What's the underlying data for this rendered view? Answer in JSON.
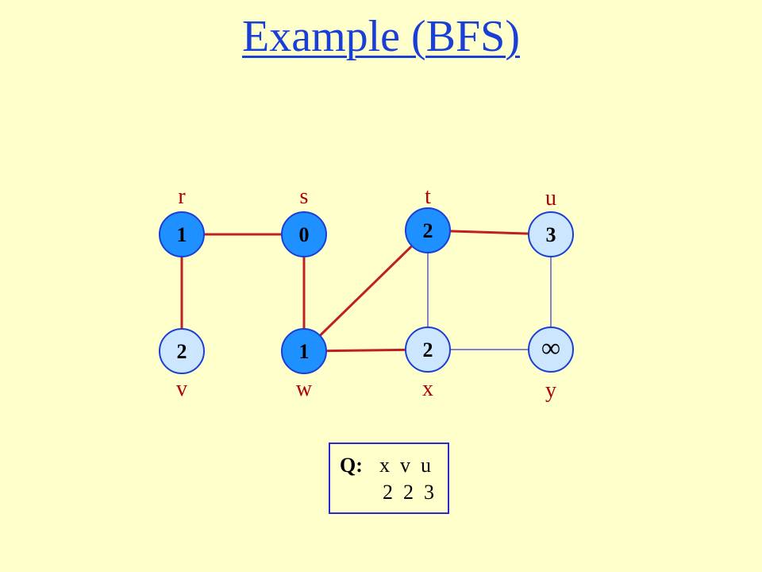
{
  "title": "Example (BFS)",
  "colors": {
    "background": "#ffffcc",
    "title": "#1a3fd6",
    "tree_edge": "#c02020",
    "graph_edge": "#3333cc",
    "visited_node": "#1e90ff",
    "frontier_node": "#cce6ff",
    "node_border": "#1a3fd6",
    "vertex_label": "#b00000"
  },
  "nodes": [
    {
      "id": "r",
      "label": "r",
      "value": "1",
      "state": "visited"
    },
    {
      "id": "s",
      "label": "s",
      "value": "0",
      "state": "visited"
    },
    {
      "id": "t",
      "label": "t",
      "value": "2",
      "state": "visited"
    },
    {
      "id": "u",
      "label": "u",
      "value": "3",
      "state": "frontier"
    },
    {
      "id": "v",
      "label": "v",
      "value": "2",
      "state": "frontier"
    },
    {
      "id": "w",
      "label": "w",
      "value": "1",
      "state": "visited"
    },
    {
      "id": "x",
      "label": "x",
      "value": "2",
      "state": "frontier"
    },
    {
      "id": "y",
      "label": "y",
      "value": "∞",
      "state": "frontier"
    }
  ],
  "edges": [
    {
      "from": "r",
      "to": "s",
      "tree": true
    },
    {
      "from": "r",
      "to": "v",
      "tree": true
    },
    {
      "from": "s",
      "to": "w",
      "tree": true
    },
    {
      "from": "w",
      "to": "t",
      "tree": true
    },
    {
      "from": "w",
      "to": "x",
      "tree": true
    },
    {
      "from": "t",
      "to": "u",
      "tree": true
    },
    {
      "from": "t",
      "to": "x",
      "tree": false
    },
    {
      "from": "x",
      "to": "y",
      "tree": false
    },
    {
      "from": "u",
      "to": "y",
      "tree": false
    }
  ],
  "queue": {
    "label": "Q:",
    "vertices": [
      "x",
      "v",
      "u"
    ],
    "distances": [
      "2",
      "2",
      "3"
    ]
  }
}
